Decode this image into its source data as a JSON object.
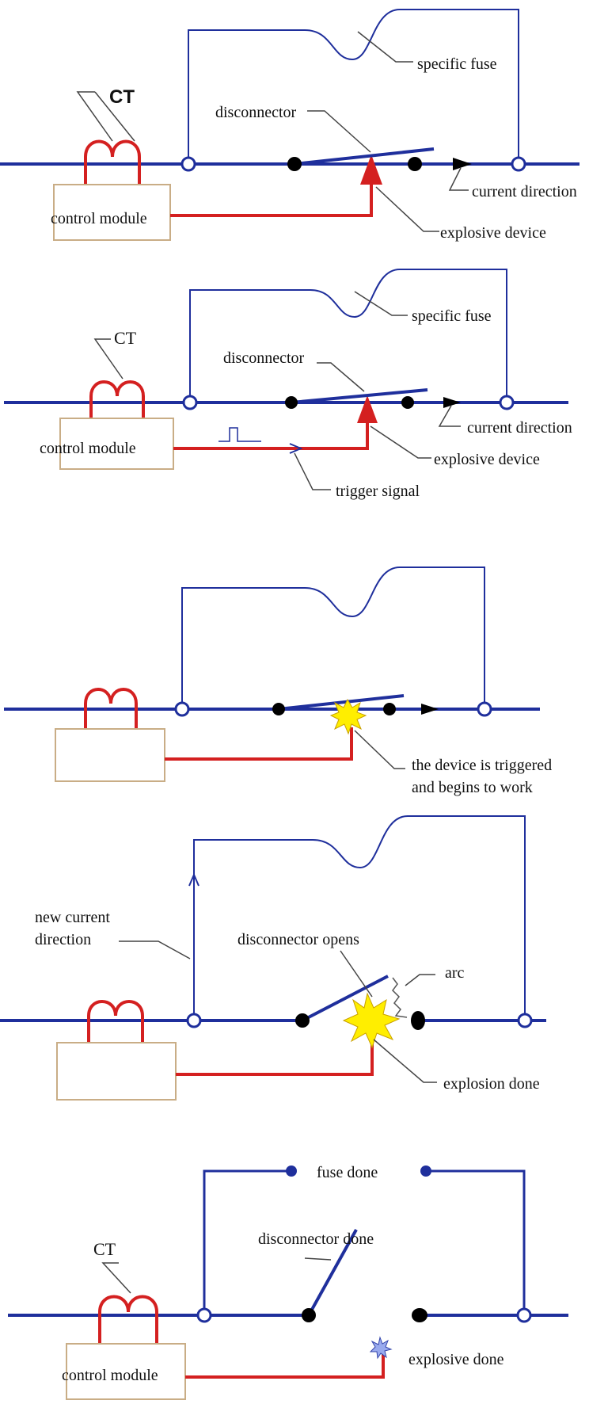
{
  "colors": {
    "wire": "#1f2f9c",
    "signal": "#d42020",
    "box_border": "#c9ad86",
    "burst": "#ffee00",
    "leader": "#444444"
  },
  "panel1": {
    "ct": "CT",
    "specific_fuse": "specific fuse",
    "disconnector": "disconnector",
    "current_direction": "current direction",
    "control_module": "control module",
    "explosive_device": "explosive device"
  },
  "panel2": {
    "ct": "CT",
    "specific_fuse": "specific fuse",
    "disconnector": "disconnector",
    "current_direction": "current direction",
    "control_module": "control module",
    "explosive_device": "explosive device",
    "trigger_signal": "trigger signal"
  },
  "panel3": {
    "triggered_line1": "the device is triggered",
    "triggered_line2": "and begins to work"
  },
  "panel4": {
    "new_current_line1": "new current",
    "new_current_line2": "direction",
    "disconnector_opens": "disconnector opens",
    "arc": "arc",
    "explosion_done": "explosion done"
  },
  "panel5": {
    "fuse_done": "fuse done",
    "disconnector_done": "disconnector done",
    "ct": "CT",
    "control_module": "control module",
    "explosive_done": "explosive done"
  }
}
